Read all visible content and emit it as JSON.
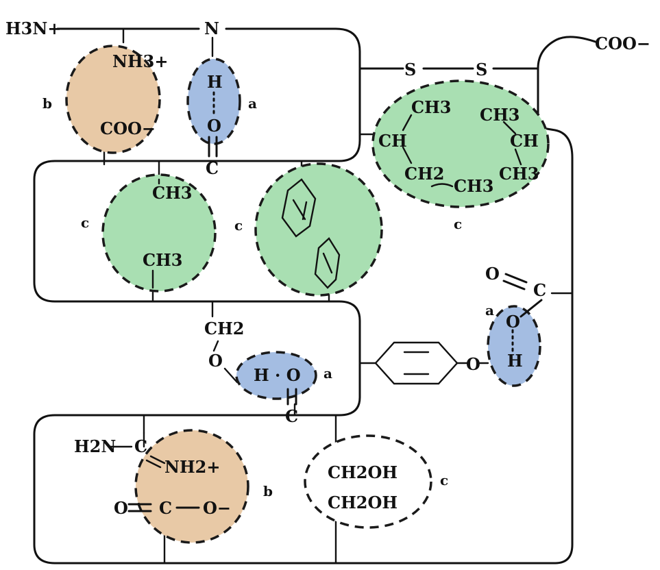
{
  "colors": {
    "hydrogen_bond": "#a4bde2",
    "ionic_bond": "#e8c9a6",
    "hydrophobic": "#a9dfb2",
    "other": "#ffffff",
    "line": "#111111"
  },
  "zone_tags": {
    "hbond_peptide": "a",
    "ionic_top": "b",
    "hydrophobic_ala": "c",
    "hydrophobic_phe": "c",
    "hydrophobic_ile": "c",
    "hbond_ser": "a",
    "hbond_tyr": "a",
    "ionic_bottom": "b",
    "vdw_ser": "c"
  },
  "labels": {
    "n_terminus": "H3N+",
    "c_terminus": "COO−",
    "amide_n": "N",
    "ionic_top_pos": "NH3+",
    "ionic_top_neg": "COO−",
    "hb1_h": "H",
    "hb1_o": "O",
    "carbonyl_c_top": "C",
    "disulfide_s1": "S",
    "disulfide_s2": "S",
    "ile_ch3_a": "CH3",
    "ile_ch": "CH",
    "ile_ch2": "CH2",
    "ile_ch3_b": "CH3",
    "leu_ch3_a": "CH3",
    "leu_ch": "CH",
    "leu_ch3_b": "CH3",
    "ala_ch3_top": "CH3",
    "ala_ch3_bottom": "CH3",
    "ser_ch2": "CH2",
    "ser_o": "O",
    "hb_ser": "H · O",
    "carbonyl_c_mid": "C",
    "tyr_o": "O",
    "tyr_h": "H",
    "acid_o": "O",
    "acid_c": "C",
    "acid_oh_o": "O",
    "arg_h2n": "H2N",
    "arg_c": "C",
    "arg_nh2": "NH2+",
    "carboxyl_o_double": "O",
    "carboxyl_c": "C",
    "carboxyl_o_minus": "O−",
    "ch2oh_1": "CH2OH",
    "ch2oh_2": "CH2OH"
  }
}
